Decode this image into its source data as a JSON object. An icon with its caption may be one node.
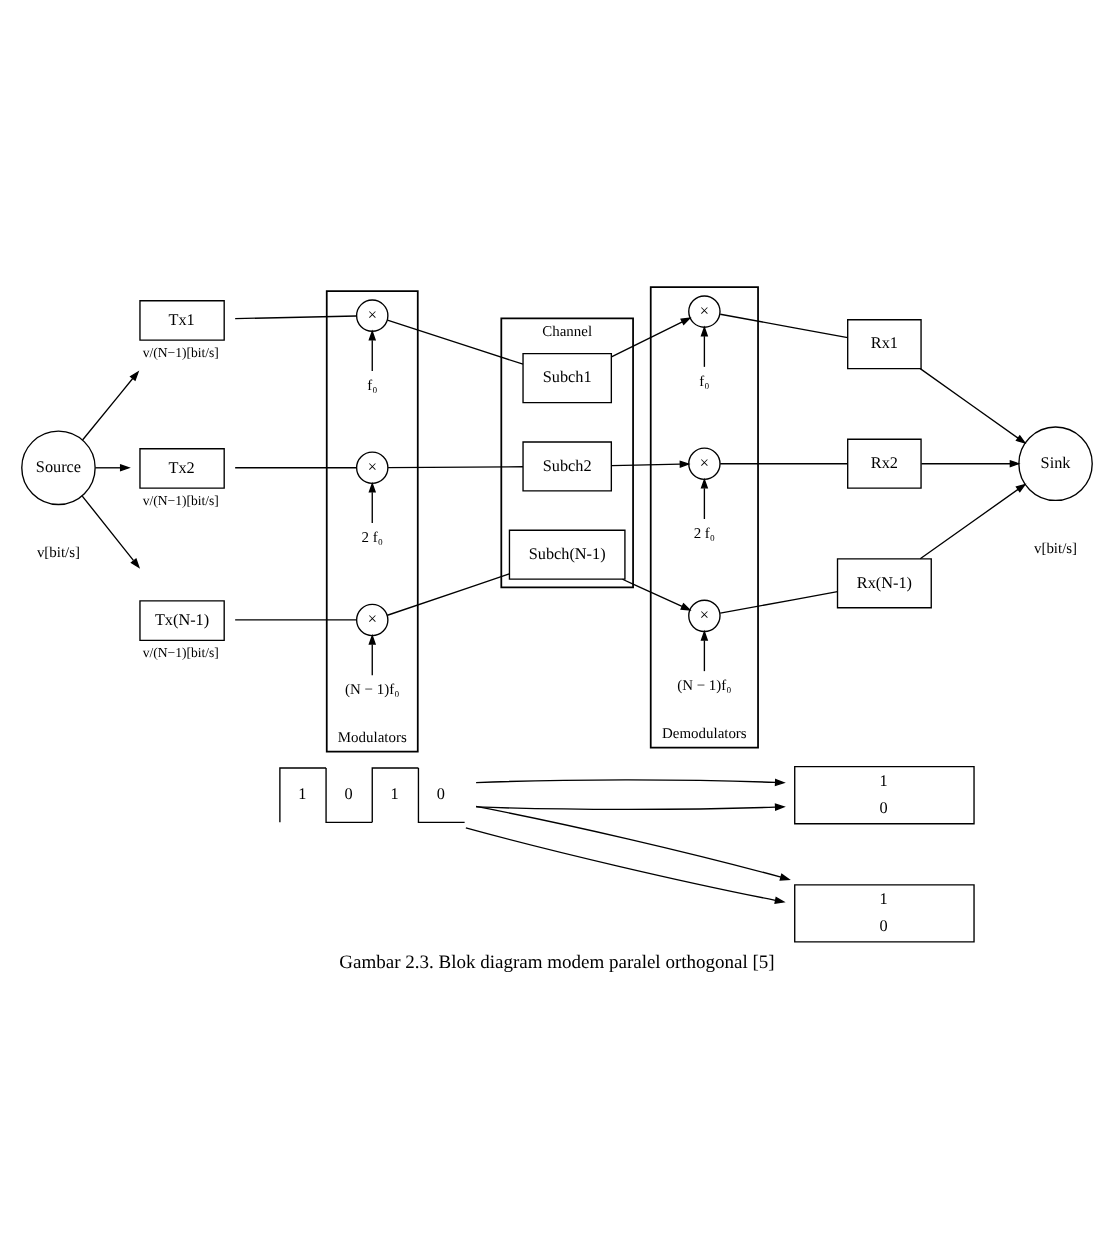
{
  "diagram": {
    "caption": "Gambar 2.3. Blok diagram modem paralel orthogonal [5]",
    "nodes": [
      {
        "text": [
          "Source"
        ],
        "beside": [
          "v[bit/s]"
        ]
      },
      {
        "text": [
          "Tx1"
        ],
        "beside": [
          "v/(N−1)[bit/s]"
        ]
      },
      {
        "text": [
          "Tx2"
        ],
        "beside": [
          "v/(N−1)[bit/s]"
        ]
      },
      {
        "text": [
          "Tx(N-1)"
        ],
        "beside": [
          "v/(N−1)[bit/s]"
        ]
      },
      {
        "text": [
          "Modulators"
        ]
      },
      {
        "text": [
          "×"
        ],
        "in": 4
      },
      {
        "text": [
          "×"
        ],
        "in": 4
      },
      {
        "text": [
          "×"
        ],
        "in": 4
      },
      {
        "text": [
          "Channel"
        ]
      },
      {
        "text": [
          "Subch1"
        ],
        "in": 8
      },
      {
        "text": [
          "Subch2"
        ],
        "in": 8
      },
      {
        "text": [
          "Subch(N-1)"
        ],
        "in": 8
      },
      {
        "text": [
          "Demodulators"
        ]
      },
      {
        "text": [
          "×"
        ],
        "in": 12
      },
      {
        "text": [
          "×"
        ],
        "in": 12
      },
      {
        "text": [
          "×"
        ],
        "in": 12
      },
      {
        "text": [
          "Rx1"
        ]
      },
      {
        "text": [
          "Rx2"
        ]
      },
      {
        "text": [
          "Rx(N-1)"
        ]
      },
      {
        "text": [
          "Sink"
        ],
        "beside": [
          "v[bit/s]"
        ]
      },
      {
        "text": [
          "1",
          "0",
          "1",
          "0"
        ]
      },
      {
        "text": [
          "1",
          "0"
        ]
      },
      {
        "text": [
          "1",
          "0"
        ]
      }
    ],
    "edges": [
      {
        "from": 0,
        "to": 1,
        "arrow": "to"
      },
      {
        "from": 0,
        "to": 2,
        "arrow": "to"
      },
      {
        "from": 0,
        "to": 3,
        "arrow": "to"
      },
      {
        "from": 1,
        "to": 5,
        "arrow": "none"
      },
      {
        "from": 2,
        "to": 6,
        "arrow": "none"
      },
      {
        "from": 3,
        "to": 7,
        "arrow": "none"
      },
      {
        "from": null,
        "to": 5,
        "arrow": "to",
        "label": "f₀"
      },
      {
        "from": null,
        "to": 6,
        "arrow": "to",
        "label": "2 f₀"
      },
      {
        "from": null,
        "to": 7,
        "arrow": "to",
        "label": "(N − 1)f₀"
      },
      {
        "from": 5,
        "to": 9,
        "arrow": "none"
      },
      {
        "from": 6,
        "to": 10,
        "arrow": "none"
      },
      {
        "from": 7,
        "to": 11,
        "arrow": "none"
      },
      {
        "from": 9,
        "to": 13,
        "arrow": "to"
      },
      {
        "from": 10,
        "to": 14,
        "arrow": "to"
      },
      {
        "from": 11,
        "to": 15,
        "arrow": "to"
      },
      {
        "from": null,
        "to": 13,
        "arrow": "to",
        "label": "f₀"
      },
      {
        "from": null,
        "to": 14,
        "arrow": "to",
        "label": "2 f₀"
      },
      {
        "from": null,
        "to": 15,
        "arrow": "to",
        "label": "(N − 1)f₀"
      },
      {
        "from": 13,
        "to": 16,
        "arrow": "none"
      },
      {
        "from": 14,
        "to": 17,
        "arrow": "none"
      },
      {
        "from": 15,
        "to": 18,
        "arrow": "none"
      },
      {
        "from": 16,
        "to": 19,
        "arrow": "to"
      },
      {
        "from": 17,
        "to": 19,
        "arrow": "to"
      },
      {
        "from": 18,
        "to": 19,
        "arrow": "to"
      },
      {
        "from": 20,
        "to": 21,
        "arrow": "to"
      },
      {
        "from": 20,
        "to": 21,
        "arrow": "to"
      },
      {
        "from": 20,
        "to": 22,
        "arrow": "to"
      },
      {
        "from": 20,
        "to": 22,
        "arrow": "to"
      }
    ]
  }
}
